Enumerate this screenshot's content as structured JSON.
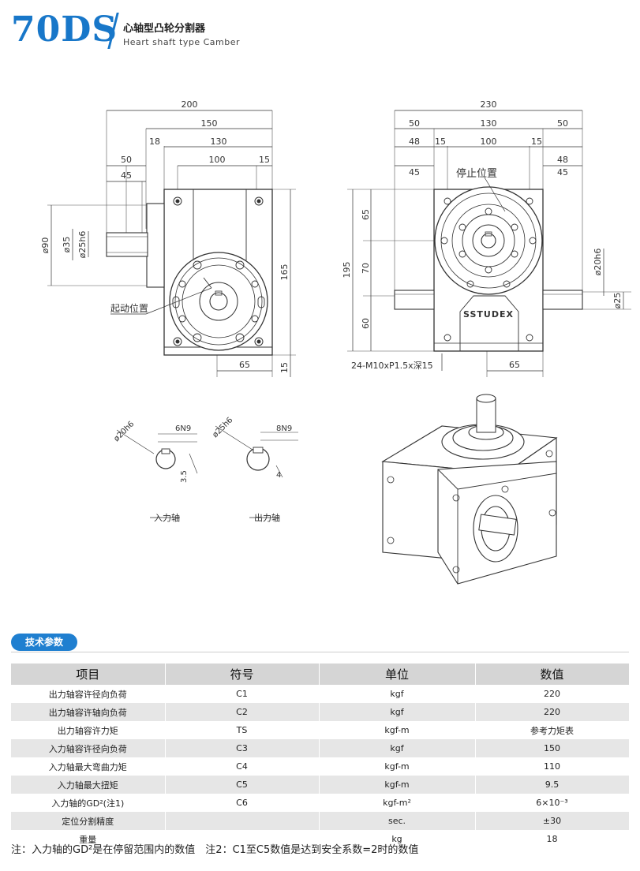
{
  "header": {
    "model": "70DS",
    "title_cn": "心轴型凸轮分割器",
    "title_en": "Heart shaft type Camber"
  },
  "drawing": {
    "front": {
      "dims": [
        "200",
        "150",
        "18",
        "130",
        "50",
        "45",
        "100",
        "15",
        "165",
        "65",
        "15"
      ],
      "dia": [
        "ø90",
        "ø35",
        "ø25h6"
      ],
      "label_start": "起动位置"
    },
    "side": {
      "dims": [
        "230",
        "50",
        "130",
        "50",
        "48",
        "15",
        "100",
        "15",
        "48",
        "45",
        "45",
        "65",
        "195",
        "70",
        "60",
        "65"
      ],
      "dia": [
        "ø20h6",
        "ø25"
      ],
      "label_stop": "停止位置",
      "brand": "SSTUDEX",
      "thread": "24-M10xP1.5x深15"
    },
    "shafts": {
      "input": {
        "dia": "ø20h6",
        "key": "6N9",
        "depth": "3.5",
        "label": "入力轴"
      },
      "output": {
        "dia": "ø25h6",
        "key": "8N9",
        "depth": "4",
        "label": "出力轴"
      }
    }
  },
  "specs": {
    "section_title": "技术参数",
    "headers": [
      "项目",
      "符号",
      "单位",
      "数值"
    ],
    "rows": [
      {
        "item": "出力轴容许径向负荷",
        "symbol": "C1",
        "unit": "kgf",
        "value": "220"
      },
      {
        "item": "出力轴容许轴向负荷",
        "symbol": "C2",
        "unit": "kgf",
        "value": "220"
      },
      {
        "item": "出力轴容许力矩",
        "symbol": "TS",
        "unit": "kgf-m",
        "value": "参考力矩表"
      },
      {
        "item": "入力轴容许径向负荷",
        "symbol": "C3",
        "unit": "kgf",
        "value": "150"
      },
      {
        "item": "入力轴最大弯曲力矩",
        "symbol": "C4",
        "unit": "kgf-m",
        "value": "110"
      },
      {
        "item": "入力轴最大扭矩",
        "symbol": "C5",
        "unit": "kgf-m",
        "value": "9.5"
      },
      {
        "item": "入力轴的GD²(注1)",
        "symbol": "C6",
        "unit": "kgf-m²",
        "value": "6×10⁻³"
      },
      {
        "item": "定位分割精度",
        "symbol": "",
        "unit": "sec.",
        "value": "±30"
      },
      {
        "item": "重量",
        "symbol": "",
        "unit": "kg",
        "value": "18"
      }
    ],
    "note": "注：入力轴的GD²是在停留范围内的数值　注2：C1至C5数值是达到安全系数=2时的数值"
  }
}
